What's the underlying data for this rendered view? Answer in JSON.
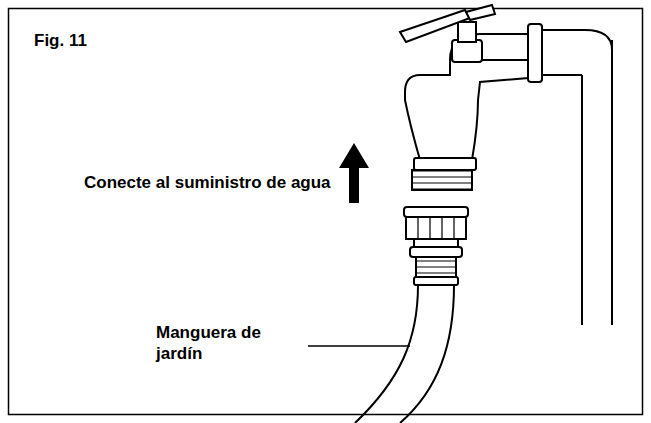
{
  "diagram": {
    "title": "Fig. 11",
    "labels": [
      "Conecte al suministro de agua",
      "Manguera de jardín"
    ]
  }
}
